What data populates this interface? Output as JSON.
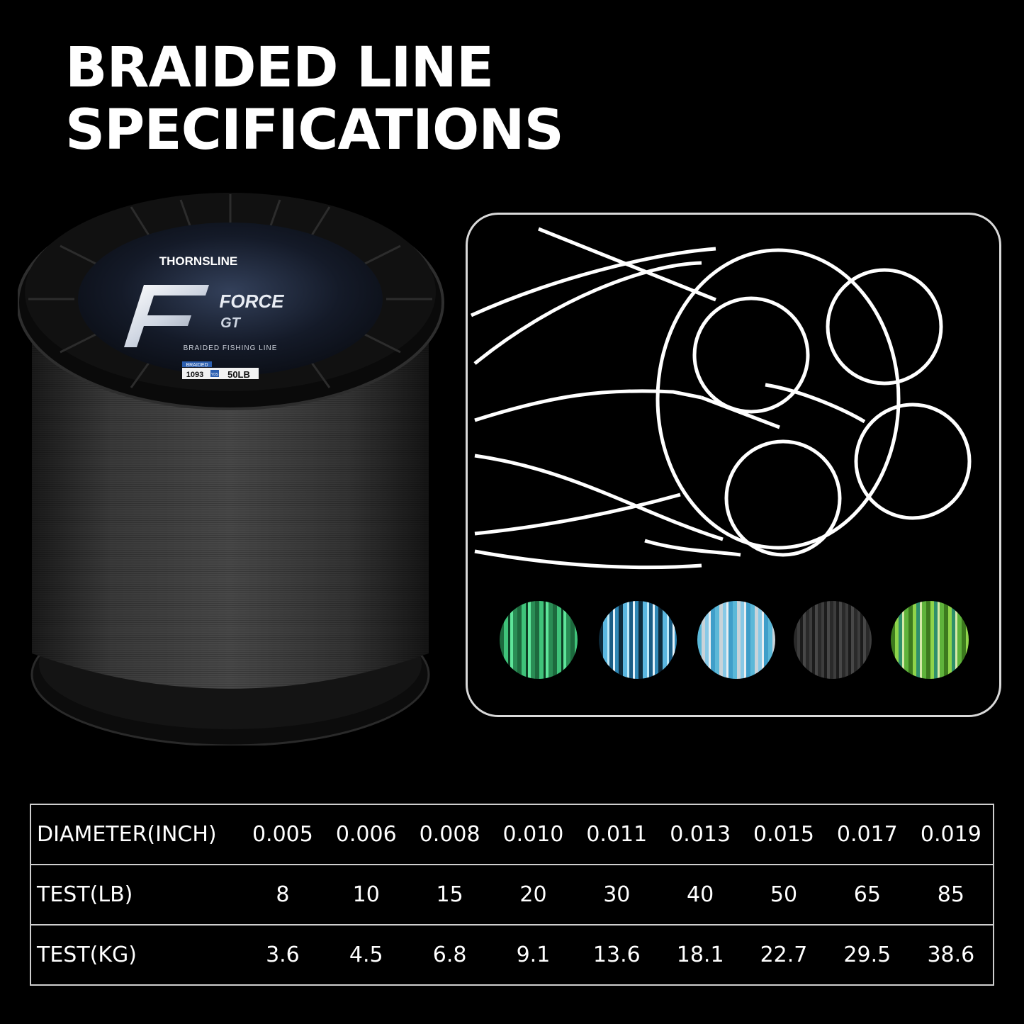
{
  "heading": {
    "line1": "BRAIDED LINE",
    "line2": "SPECIFICATIONS"
  },
  "product_label": {
    "brand": "THORNSLINE",
    "name": "FORCE",
    "series": "GT",
    "subtitle": "BRAIDED FISHING LINE",
    "tag": "BRAIDED",
    "length": "1093",
    "unit": "YDS",
    "strength": "50LB"
  },
  "color_swatches": [
    "green",
    "blue",
    "blue-gray",
    "gray",
    "multi-green"
  ],
  "spec_table": {
    "rows": [
      {
        "label": "DIAMETER(INCH)",
        "values": [
          "0.005",
          "0.006",
          "0.008",
          "0.010",
          "0.011",
          "0.013",
          "0.015",
          "0.017",
          "0.019"
        ]
      },
      {
        "label": "TEST(LB)",
        "values": [
          "8",
          "10",
          "15",
          "20",
          "30",
          "40",
          "50",
          "65",
          "85"
        ]
      },
      {
        "label": "TEST(KG)",
        "values": [
          "3.6",
          "4.5",
          "6.8",
          "9.1",
          "13.6",
          "18.1",
          "22.7",
          "29.5",
          "38.6"
        ]
      }
    ]
  }
}
